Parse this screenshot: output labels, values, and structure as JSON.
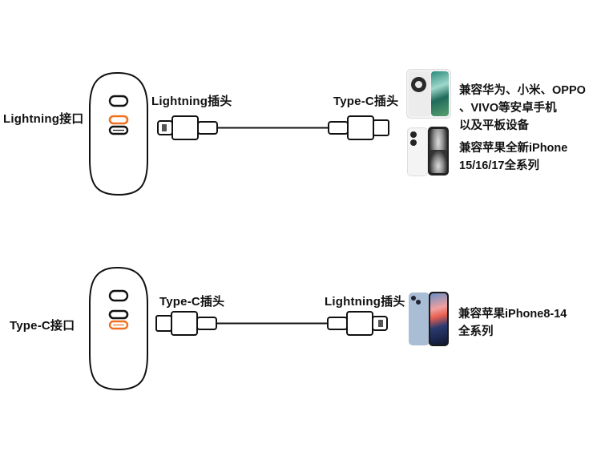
{
  "colors": {
    "accent": "#f07020",
    "stroke": "#111111"
  },
  "rows": [
    {
      "port_label": "Lightning接口",
      "highlighted_port": "lightning",
      "left_plug_label": "Lightning插头",
      "right_plug_label": "Type-C插头",
      "devices": [
        {
          "name": "android-phone",
          "lines": [
            "兼容华为、小米、OPPO",
            "、VIVO等安卓手机",
            "以及平板设备"
          ]
        },
        {
          "name": "iphone-15-17",
          "lines": [
            "兼容苹果全新iPhone",
            "15/16/17全系列"
          ]
        }
      ]
    },
    {
      "port_label": "Type-C接口",
      "highlighted_port": "type-c",
      "left_plug_label": "Type-C插头",
      "right_plug_label": "Lightning插头",
      "devices": [
        {
          "name": "iphone-8-14",
          "lines": [
            "兼容苹果iPhone8-14",
            "全系列"
          ]
        }
      ]
    }
  ]
}
